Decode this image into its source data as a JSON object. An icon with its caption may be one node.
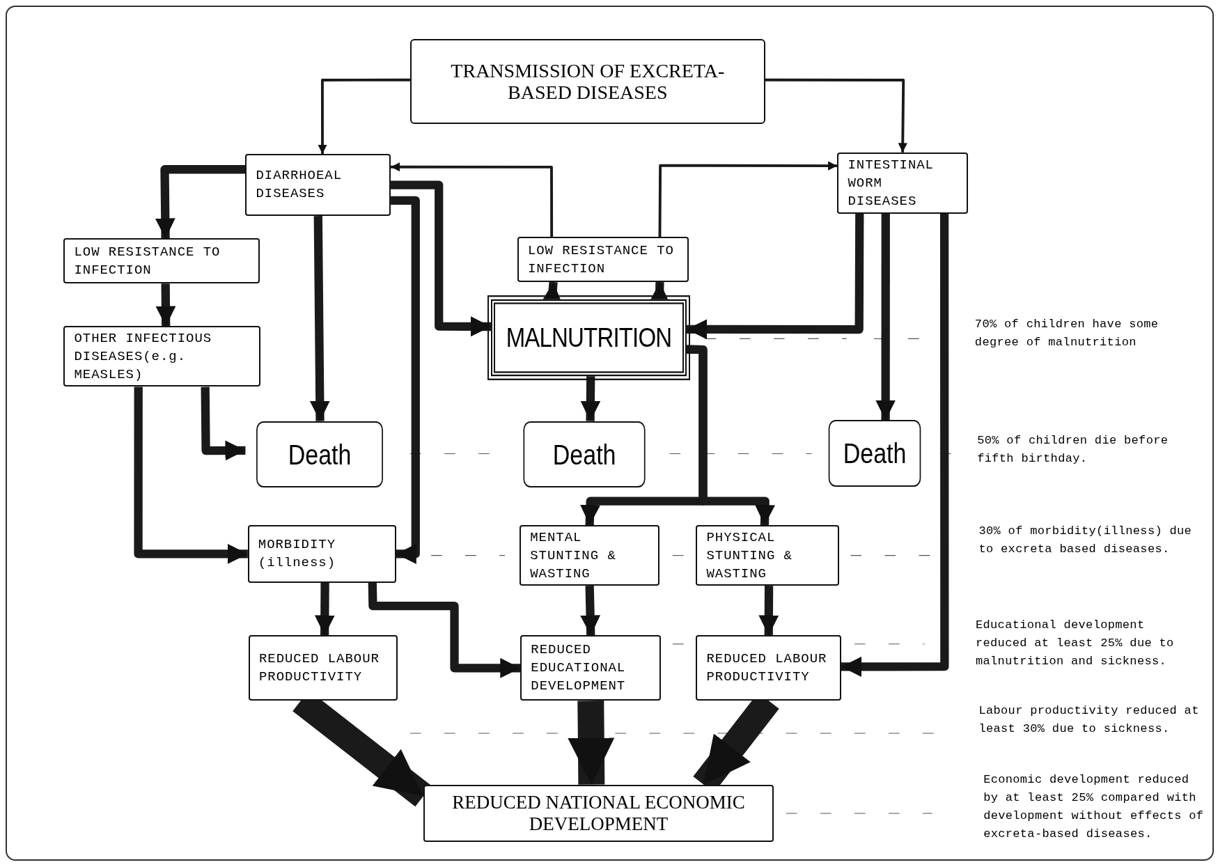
{
  "diagram": {
    "nodes": [
      {
        "text": [
          "TRANSMISSION OF EXCRETA-BASED DISEASES"
        ]
      },
      {
        "text": [
          "DIARRHOEAL DISEASES"
        ]
      },
      {
        "text": [
          "INTESTINAL WORM DISEASES"
        ]
      },
      {
        "text": [
          "LOW RESISTANCE TO INFECTION"
        ]
      },
      {
        "text": [
          "LOW RESISTANCE TO INFECTION"
        ]
      },
      {
        "text": [
          "MALNUTRITION"
        ]
      },
      {
        "text": [
          "OTHER INFECTIOUS DISEASES(e.g. MEASLES)"
        ]
      },
      {
        "text": [
          "Death"
        ]
      },
      {
        "text": [
          "Death"
        ]
      },
      {
        "text": [
          "Death"
        ]
      },
      {
        "text": [
          "MORBIDITY (illness)"
        ]
      },
      {
        "text": [
          "MENTAL STUNTING & WASTING"
        ]
      },
      {
        "text": [
          "PHYSICAL STUNTING & WASTING"
        ]
      },
      {
        "text": [
          "REDUCED LABOUR PRODUCTIVITY"
        ]
      },
      {
        "text": [
          "REDUCED EDUCATIONAL DEVELOPMENT"
        ]
      },
      {
        "text": [
          "REDUCED LABOUR PRODUCTIVITY"
        ]
      },
      {
        "text": [
          "REDUCED NATIONAL ECONOMIC DEVELOPMENT"
        ]
      }
    ],
    "edges": [
      {
        "from": 0,
        "to": 1,
        "arrow": "to"
      },
      {
        "from": 0,
        "to": 2,
        "arrow": "to"
      },
      {
        "from": 1,
        "to": 3,
        "arrow": "to"
      },
      {
        "from": 3,
        "to": 6,
        "arrow": "to"
      },
      {
        "from": 1,
        "to": 7,
        "arrow": "to"
      },
      {
        "from": 6,
        "to": 7,
        "arrow": "to"
      },
      {
        "from": 6,
        "to": 10,
        "arrow": "to"
      },
      {
        "from": 1,
        "to": 10,
        "arrow": "to"
      },
      {
        "from": 1,
        "to": 5,
        "arrow": "to"
      },
      {
        "from": 4,
        "to": 1,
        "arrow": "to"
      },
      {
        "from": 4,
        "to": 2,
        "arrow": "to"
      },
      {
        "from": 5,
        "to": 4,
        "arrow": "to"
      },
      {
        "from": 5,
        "to": 4,
        "arrow": "to"
      },
      {
        "from": 2,
        "to": 5,
        "arrow": "to"
      },
      {
        "from": 2,
        "to": 9,
        "arrow": "to"
      },
      {
        "from": 2,
        "to": 15,
        "arrow": "to"
      },
      {
        "from": 5,
        "to": 8,
        "arrow": "to"
      },
      {
        "from": 5,
        "to": 11,
        "arrow": "to"
      },
      {
        "from": 5,
        "to": 12,
        "arrow": "to"
      },
      {
        "from": 10,
        "to": 13,
        "arrow": "to"
      },
      {
        "from": 10,
        "to": 14,
        "arrow": "to"
      },
      {
        "from": 11,
        "to": 14,
        "arrow": "to"
      },
      {
        "from": 12,
        "to": 15,
        "arrow": "to"
      },
      {
        "from": 13,
        "to": 16,
        "arrow": "to",
        "style": "thick"
      },
      {
        "from": 14,
        "to": 16,
        "arrow": "to",
        "style": "thick"
      },
      {
        "from": 15,
        "to": 16,
        "arrow": "to",
        "style": "thick"
      }
    ],
    "labels": [
      "70% of children have some degree of malnutrition",
      "50% of children die before fifth birthday.",
      "30% of morbidity(illness) due to excreta based diseases.",
      "Educational development reduced at least 25% due to malnutrition and sickness.",
      "Labour productivity reduced at least 30% due to sickness.",
      "Economic development reduced by at least 25% compared with development without effects of excreta-based diseases."
    ]
  }
}
